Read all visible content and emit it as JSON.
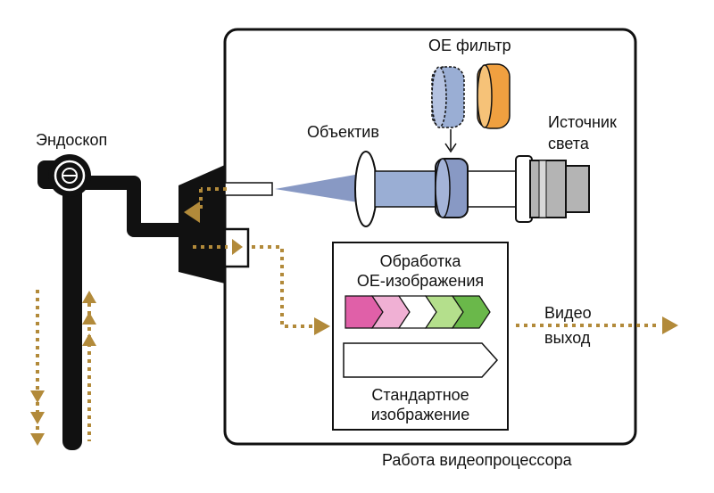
{
  "labels": {
    "endoscope": "Эндоскоп",
    "oe_filter": "ОЕ фильтр",
    "objective": "Объектив",
    "light_source_1": "Источник",
    "light_source_2": "света",
    "oe_processing_1": "Обработка",
    "oe_processing_2": "ОЕ-изображения",
    "standard_1": "Стандартное",
    "standard_2": "изображение",
    "video_out_1": "Видео",
    "video_out_2": "выход",
    "processor_caption": "Работа видеопроцессора"
  },
  "colors": {
    "outline": "#111111",
    "dotted_arrow": "#b28a3a",
    "lens_blue": "#8899c4",
    "light_beam": "#9aaed4",
    "filter_orange": "#f0a040",
    "lamp_gray": "#b4b4b4",
    "chevrons": [
      "#e060a8",
      "#f0b0d4",
      "#ffffff",
      "#b4df8c",
      "#6ab84a"
    ]
  },
  "icons": {
    "endoscope": "endoscope-icon",
    "lens": "lens-icon",
    "filter": "filter-icon",
    "lamp": "lamp-icon",
    "arrow": "dotted-arrow-icon"
  }
}
